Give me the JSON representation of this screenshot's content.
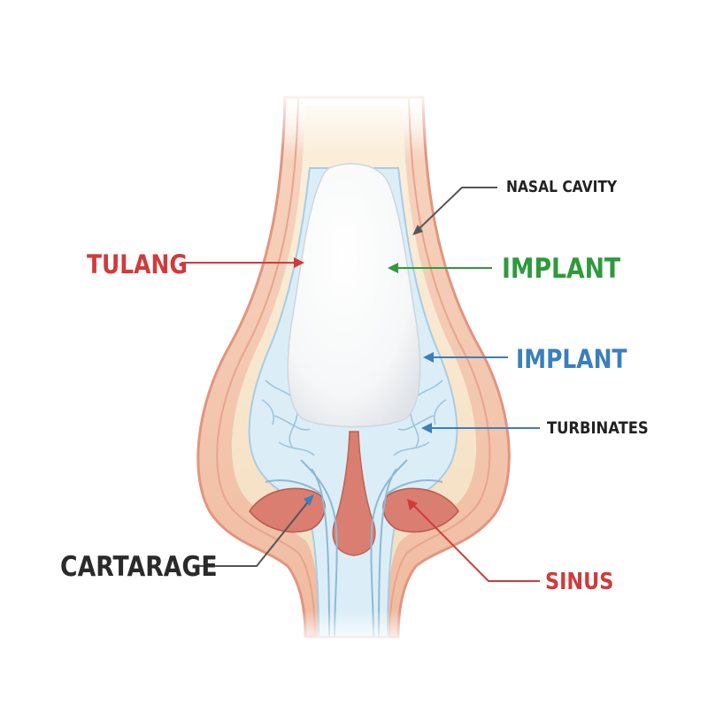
{
  "labels": {
    "nasal_cavity": "NASAL CAVITY",
    "tulang": "TULANG",
    "implant_green": "IMPLANT",
    "implant_blue": "IMPLANT",
    "turbinates": "TURBINATES",
    "cartarage": "CARTARAGE",
    "sinus": "SINUS"
  },
  "colors": {
    "red": "#d23a3a",
    "green": "#2f9a3c",
    "blue": "#3a7fbe",
    "dark": "#222222",
    "skin_outer": "#f3c4aa",
    "skin_edge": "#e2957f",
    "bone": "#f6e3c6",
    "mucosa": "#d9ebf5",
    "implant": "#fdfdfd",
    "cavity": "#d97e70"
  }
}
